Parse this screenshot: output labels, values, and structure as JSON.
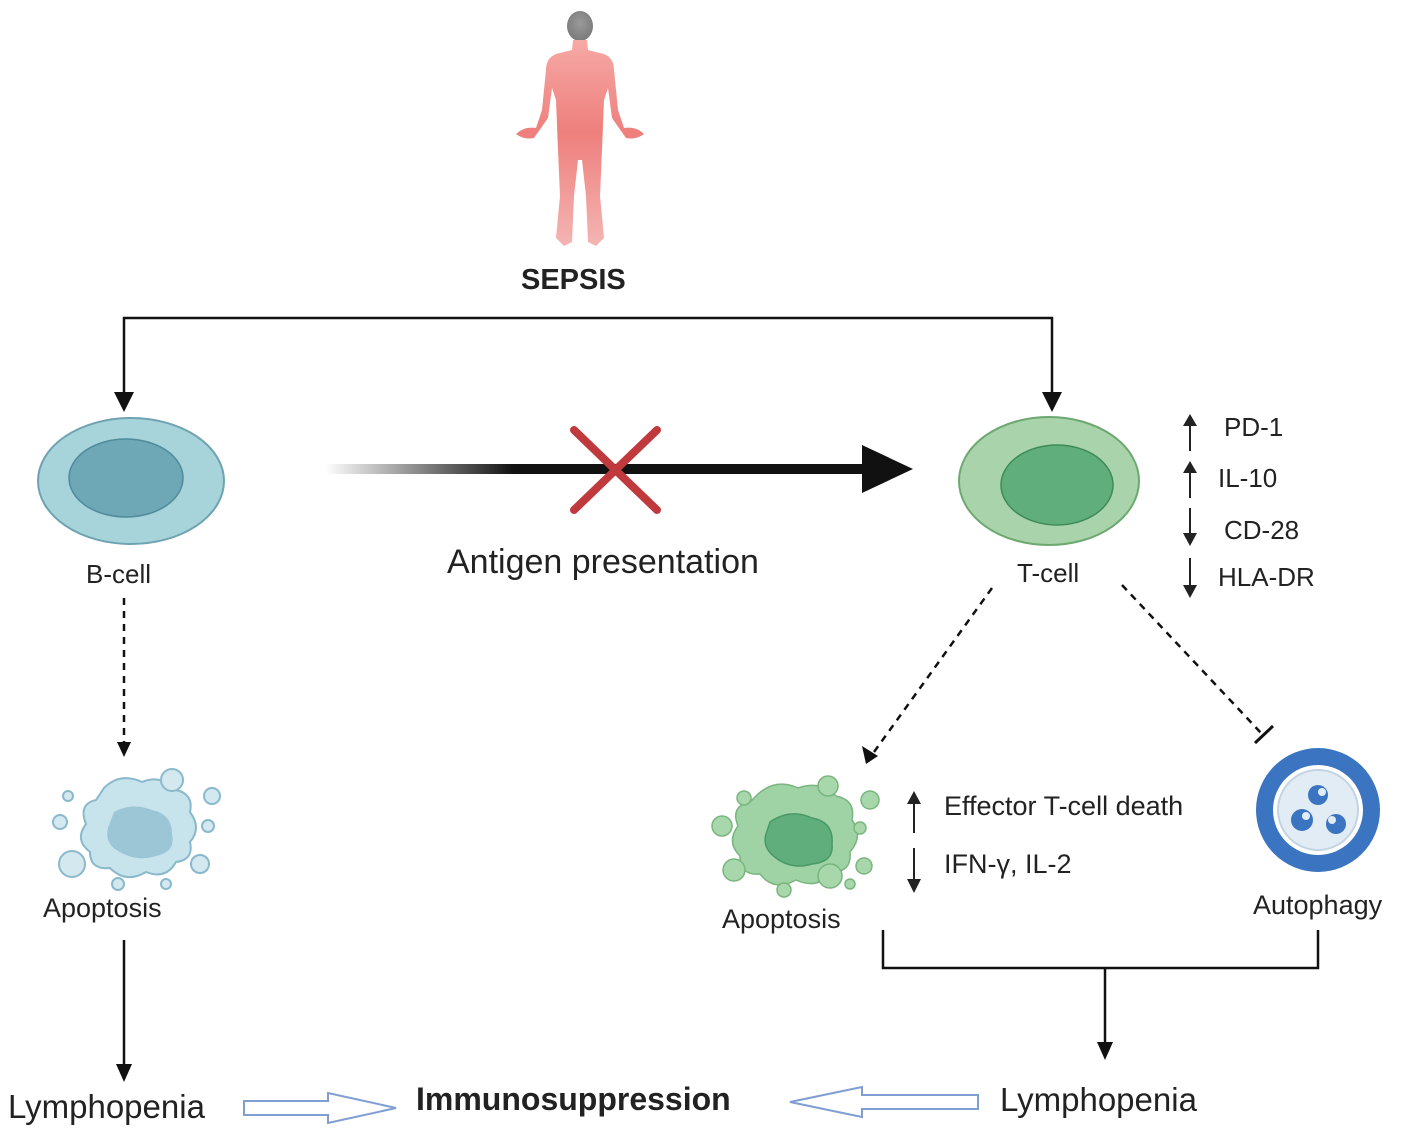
{
  "title": "SEPSIS",
  "antigen_label": "Antigen presentation",
  "b_cell": {
    "label": "B-cell",
    "outcome": "Apoptosis",
    "result": "Lymphopenia"
  },
  "t_cell": {
    "label": "T-cell",
    "markers": [
      {
        "direction": "up",
        "label": "PD-1"
      },
      {
        "direction": "up",
        "label": "IL-10"
      },
      {
        "direction": "down",
        "label": "CD-28"
      },
      {
        "direction": "down",
        "label": "HLA-DR"
      }
    ],
    "apoptosis_label": "Apoptosis",
    "apoptosis_effects": [
      {
        "direction": "up",
        "label": "Effector T-cell death"
      },
      {
        "direction": "down",
        "label": "IFN-γ, IL-2"
      }
    ],
    "autophagy_label": "Autophagy",
    "result": "Lymphopenia"
  },
  "center_label": "Immunosuppression",
  "colors": {
    "body_figure": "#ee7f7c",
    "b_cell_outer": "#a7d3da",
    "b_cell_nucleus": "#6ea7b6",
    "t_cell_outer": "#a9d4ab",
    "t_cell_nucleus": "#5fae7c",
    "apoptosis_b": "#c7e3ec",
    "apoptosis_t": "#9fd2a4",
    "autophagy_ring": "#3b74c0",
    "cross": "#c0393d",
    "hollow_arrow": "#7f9ed1"
  }
}
